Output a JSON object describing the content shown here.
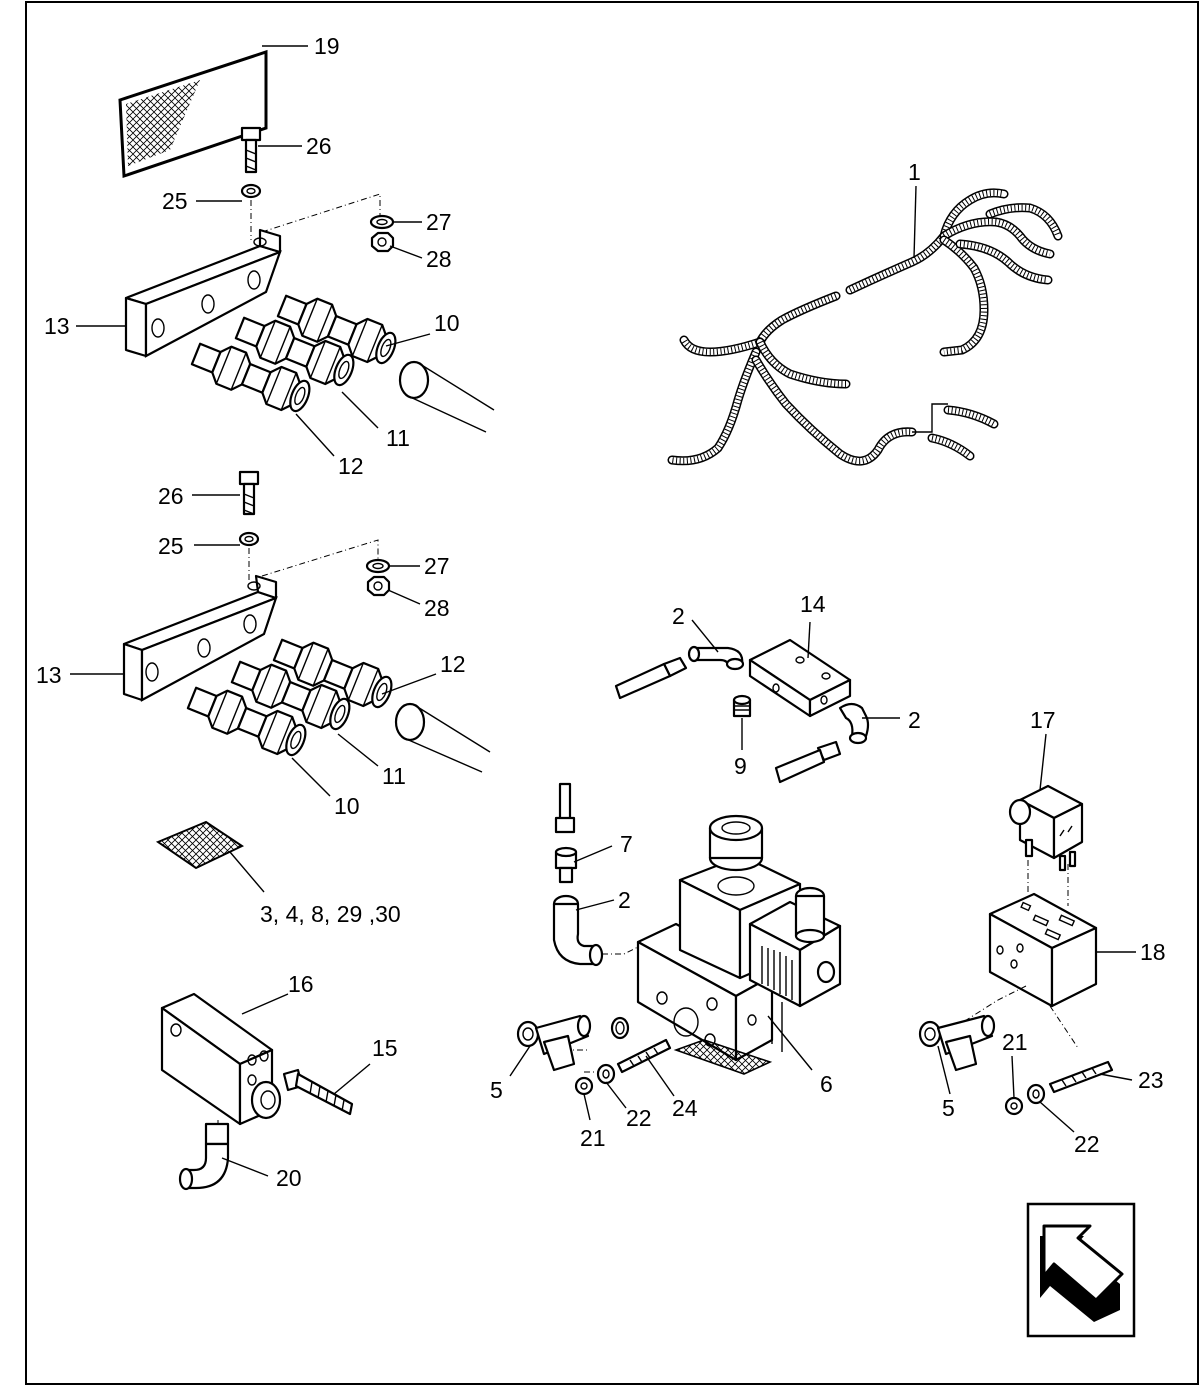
{
  "figure": {
    "callouts": [
      {
        "id": "c19",
        "text": "19"
      },
      {
        "id": "c26a",
        "text": "26"
      },
      {
        "id": "c25a",
        "text": "25"
      },
      {
        "id": "c27a",
        "text": "27"
      },
      {
        "id": "c28a",
        "text": "28"
      },
      {
        "id": "c13a",
        "text": "13"
      },
      {
        "id": "c10a",
        "text": "10"
      },
      {
        "id": "c11a",
        "text": "11"
      },
      {
        "id": "c12a",
        "text": "12"
      },
      {
        "id": "c26b",
        "text": "26"
      },
      {
        "id": "c25b",
        "text": "25"
      },
      {
        "id": "c27b",
        "text": "27"
      },
      {
        "id": "c28b",
        "text": "28"
      },
      {
        "id": "c13b",
        "text": "13"
      },
      {
        "id": "c12b",
        "text": "12"
      },
      {
        "id": "c11b",
        "text": "11"
      },
      {
        "id": "c10b",
        "text": "10"
      },
      {
        "id": "c_multi",
        "text": "3, 4, 8, 29 ,30"
      },
      {
        "id": "c16",
        "text": "16"
      },
      {
        "id": "c15",
        "text": "15"
      },
      {
        "id": "c20",
        "text": "20"
      },
      {
        "id": "c1",
        "text": "1"
      },
      {
        "id": "c14",
        "text": "14"
      },
      {
        "id": "c2a",
        "text": "2"
      },
      {
        "id": "c2b",
        "text": "2"
      },
      {
        "id": "c9",
        "text": "9"
      },
      {
        "id": "c7",
        "text": "7"
      },
      {
        "id": "c2c",
        "text": "2"
      },
      {
        "id": "c6",
        "text": "6"
      },
      {
        "id": "c5a",
        "text": "5"
      },
      {
        "id": "c22a",
        "text": "22"
      },
      {
        "id": "c24",
        "text": "24"
      },
      {
        "id": "c21a",
        "text": "21"
      },
      {
        "id": "c17",
        "text": "17"
      },
      {
        "id": "c18",
        "text": "18"
      },
      {
        "id": "c21b",
        "text": "21"
      },
      {
        "id": "c23",
        "text": "23"
      },
      {
        "id": "c5b",
        "text": "5"
      },
      {
        "id": "c22b",
        "text": "22"
      }
    ]
  }
}
